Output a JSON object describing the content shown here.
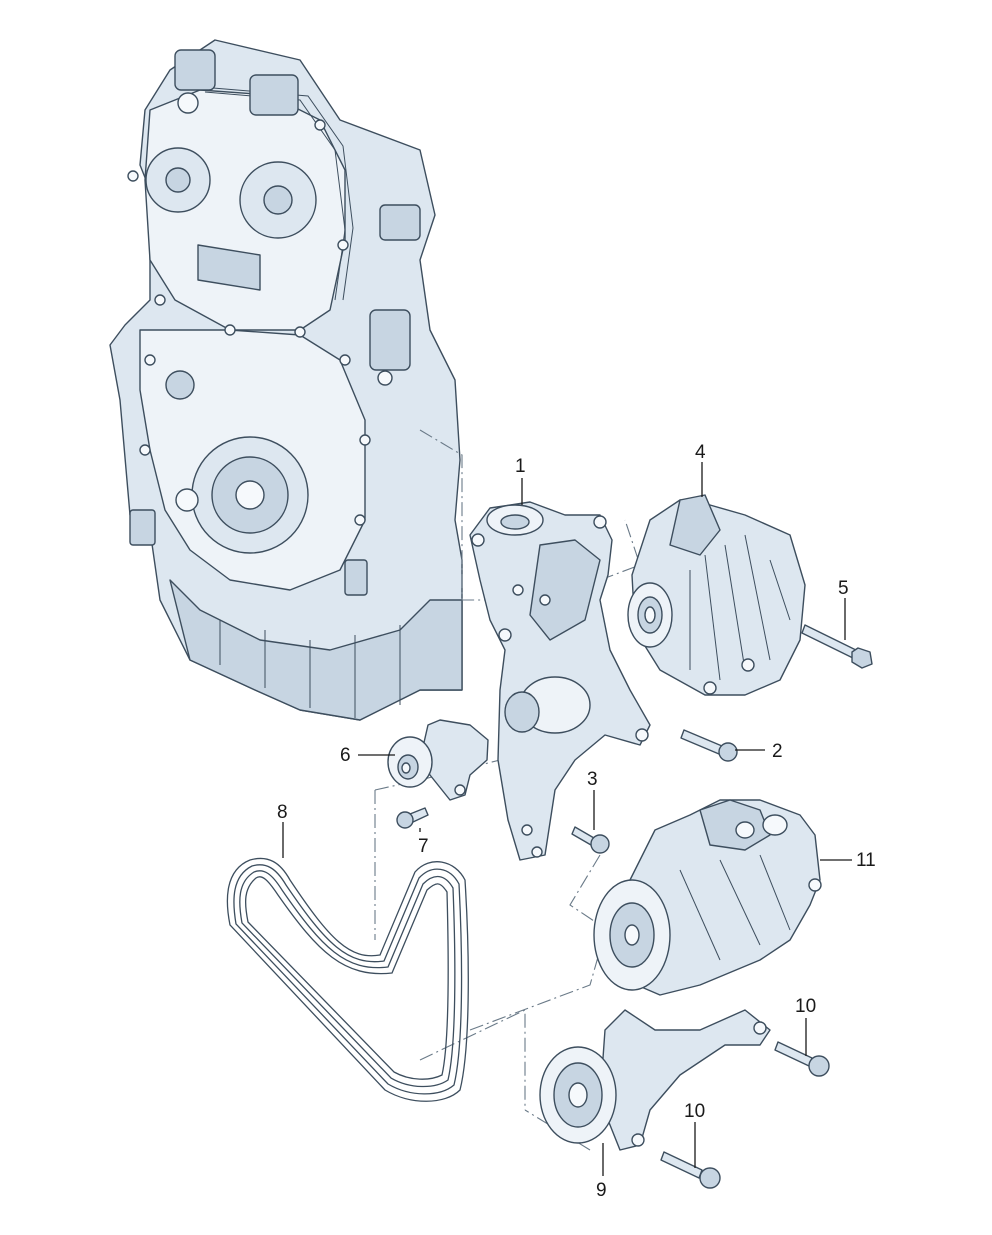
{
  "callouts": [
    {
      "id": "1",
      "label": "1"
    },
    {
      "id": "2",
      "label": "2"
    },
    {
      "id": "3",
      "label": "3"
    },
    {
      "id": "4",
      "label": "4"
    },
    {
      "id": "5",
      "label": "5"
    },
    {
      "id": "6",
      "label": "6"
    },
    {
      "id": "7",
      "label": "7"
    },
    {
      "id": "8",
      "label": "8"
    },
    {
      "id": "9",
      "label": "9"
    },
    {
      "id": "10a",
      "label": "10"
    },
    {
      "id": "10b",
      "label": "10"
    },
    {
      "id": "11",
      "label": "11"
    }
  ],
  "colors": {
    "line": "#3d4e5e",
    "fill_light": "#dde7f0",
    "fill_mid": "#c7d5e2",
    "fill_dark": "#b4c5d5",
    "background": "#ffffff"
  }
}
